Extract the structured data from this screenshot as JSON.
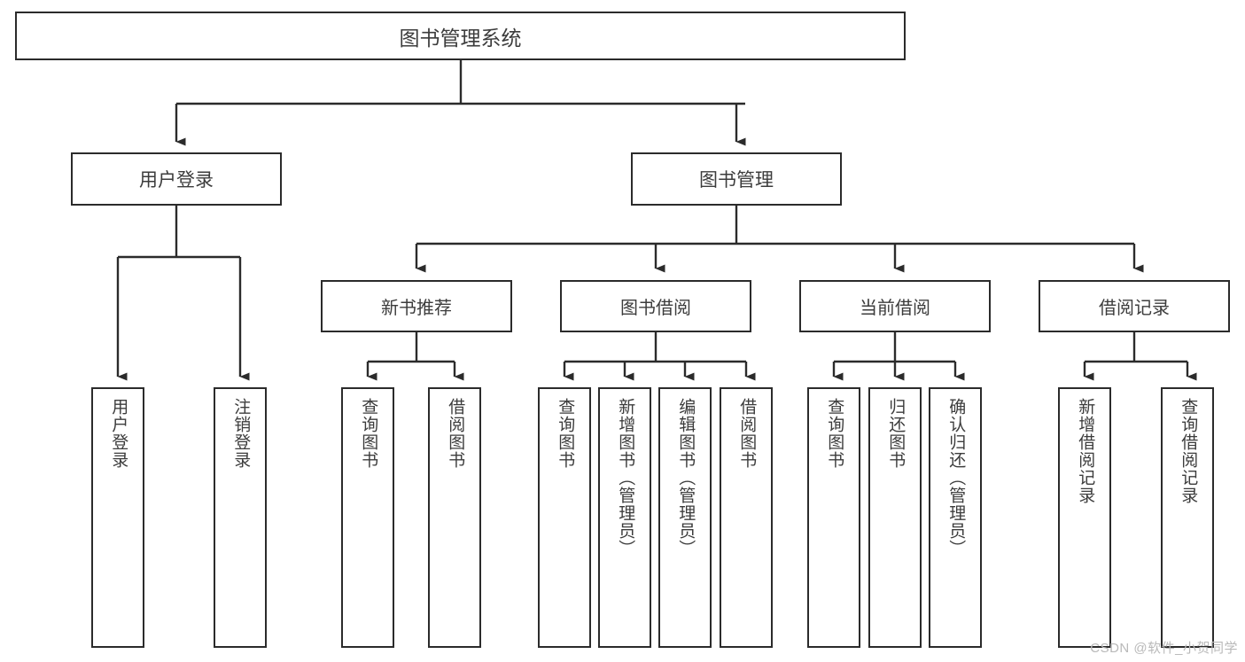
{
  "diagram": {
    "title": "图书管理系统",
    "type": "hierarchy-tree",
    "root": {
      "label": "图书管理系统"
    },
    "level2": [
      {
        "label": "用户登录"
      },
      {
        "label": "图书管理"
      }
    ],
    "level3": [
      {
        "label": "新书推荐"
      },
      {
        "label": "图书借阅"
      },
      {
        "label": "当前借阅"
      },
      {
        "label": "借阅记录"
      }
    ],
    "leaves": {
      "user_login": [
        {
          "label": "用户登录"
        },
        {
          "label": "注销登录"
        }
      ],
      "new_book_recommend": [
        {
          "label": "查询图书"
        },
        {
          "label": "借阅图书"
        }
      ],
      "book_borrow": [
        {
          "label": "查询图书"
        },
        {
          "label": "新增图书（管理员）"
        },
        {
          "label": "编辑图书（管理员）"
        },
        {
          "label": "借阅图书"
        }
      ],
      "current_borrow": [
        {
          "label": "查询图书"
        },
        {
          "label": "归还图书"
        },
        {
          "label": "确认归还（管理员）"
        }
      ],
      "borrow_record": [
        {
          "label": "新增借阅记录"
        },
        {
          "label": "查询借阅记录"
        }
      ]
    }
  },
  "watermark": {
    "text": "CSDN @软件_小贺同学"
  },
  "colors": {
    "border": "#2b2b2b",
    "text": "#3c3c3c",
    "background": "#ffffff",
    "watermark": "#b9b9b9"
  }
}
